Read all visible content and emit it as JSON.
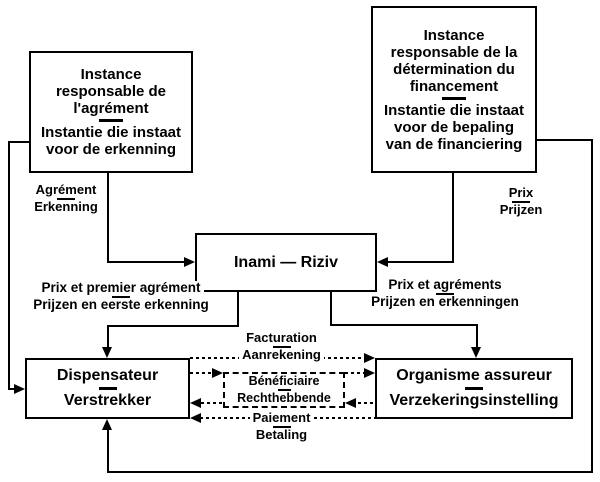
{
  "diagram": {
    "title": "Inami-Riziv flow diagram",
    "colors": {
      "ink": "#000000",
      "background": "#ffffff"
    }
  },
  "boxes": {
    "agrement_authority": {
      "fr": [
        "Instance",
        "responsable de",
        "l'agrément"
      ],
      "nl": [
        "Instantie die instaat",
        "voor de erkenning"
      ]
    },
    "financing_authority": {
      "fr": [
        "Instance",
        "responsable de la",
        "détermination du",
        "financement"
      ],
      "nl": [
        "Instantie die instaat",
        "voor de bepaling",
        "van de financiering"
      ]
    },
    "inami_riziv": {
      "label": "Inami — Riziv"
    },
    "dispensateur": {
      "fr": "Dispensateur",
      "nl": "Verstrekker"
    },
    "organisme_assureur": {
      "fr": "Organisme assureur",
      "nl": "Verzekeringsinstelling"
    },
    "beneficiaire": {
      "fr": "Bénéficiaire",
      "nl": "Rechthebbende"
    }
  },
  "edge_labels": {
    "agrement": {
      "fr": "Agrément",
      "nl": "Erkenning"
    },
    "prix": {
      "fr": "Prix",
      "nl": "Prijzen"
    },
    "prix_premier_agrement": {
      "fr": "Prix et premier agrément",
      "nl": "Prijzen en eerste erkenning"
    },
    "prix_agrements": {
      "fr": "Prix et agréments",
      "nl": "Prijzen en erkenningen"
    },
    "facturation": {
      "fr": "Facturation",
      "nl": "Aanrekening"
    },
    "paiement": {
      "fr": "Paiement",
      "nl": "Betaling"
    }
  }
}
